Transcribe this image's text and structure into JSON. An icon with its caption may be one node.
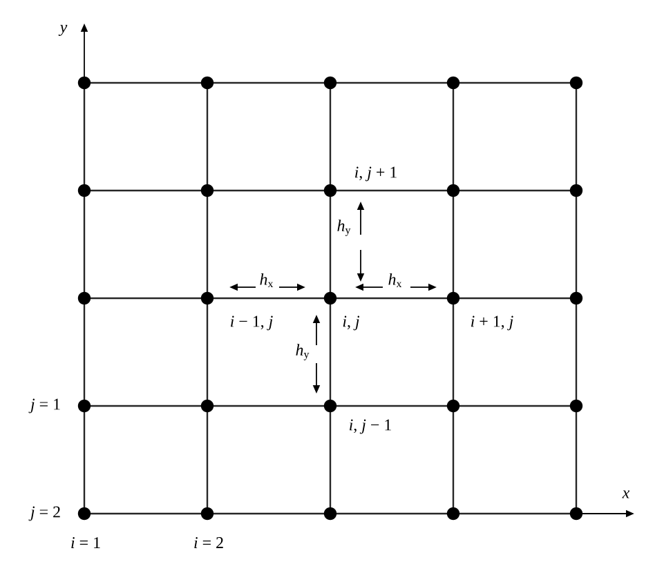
{
  "diagram": {
    "labels": [
      "*y*",
      "*i*, *j* + 1",
      "*h*$_{y}$",
      "*h*$_{x}$",
      "*h*$_{x}$",
      "*i* − 1, *j*",
      "*i*, *j*",
      "*i* + 1, *j*",
      "*h*$_{y}$",
      "*i*, *j* − 1",
      "*j* = 1",
      "*x*",
      "*j* = 2",
      "*i* = 1",
      "*i* = 2"
    ]
  }
}
